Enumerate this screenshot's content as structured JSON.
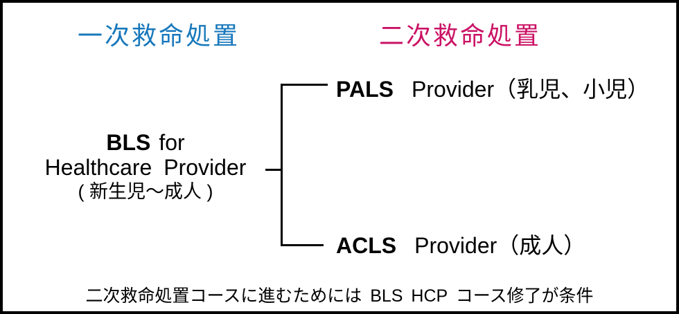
{
  "page": {
    "background": "#ffffff",
    "frame_color": "#000000",
    "connector_color": "#000000"
  },
  "headers": {
    "primary": {
      "label": "一次救命処置",
      "color": "#1878BC"
    },
    "secondary": {
      "label": "二次救命処置",
      "color": "#CB1265"
    }
  },
  "root_node": {
    "line1_abbr": "BLS",
    "line1_rest": "for",
    "line2": "Healthcare Provider",
    "line3": "( 新生児～成人 )"
  },
  "branches": [
    {
      "abbr": "PALS",
      "rest": "Provider（乳児、小児）"
    },
    {
      "abbr": "ACLS",
      "rest": "Provider（成人）"
    }
  ],
  "footnote": "二次救命処置コースに進むためには BLS HCP コース修了が条件"
}
